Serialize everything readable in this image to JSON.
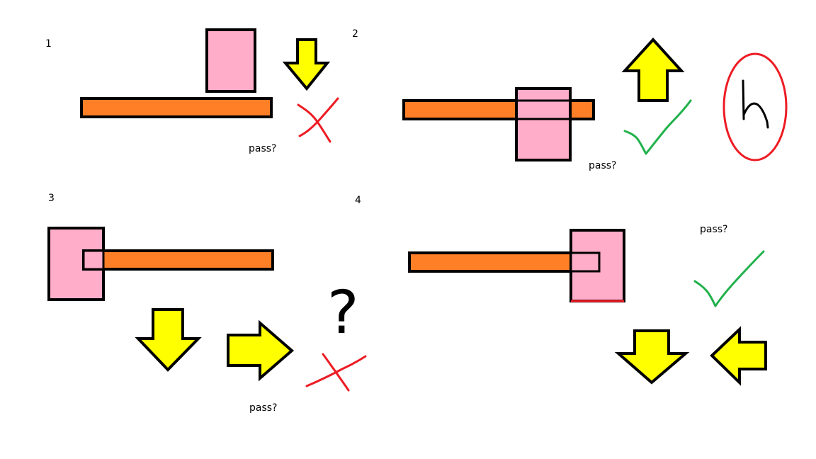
{
  "panels": {
    "p1": {
      "number": "1",
      "caption": "pass?"
    },
    "p2": {
      "number": "2",
      "caption": "pass?"
    },
    "p3": {
      "number": "3",
      "caption": "pass?",
      "question_mark": "?"
    },
    "p4": {
      "number": "4",
      "caption": "pass?"
    }
  },
  "colors": {
    "pink_box": "#ffadc9",
    "orange_bar": "#ff7f27",
    "yellow_arrow": "#ffff00",
    "red_mark": "#ed1c24",
    "green_mark": "#22b14c"
  },
  "icons": {
    "arrow_down": "arrow-down-icon",
    "arrow_up": "arrow-up-icon",
    "arrow_right": "arrow-right-icon",
    "arrow_left": "arrow-left-icon",
    "cross": "cross-icon",
    "check": "checkmark-icon"
  }
}
